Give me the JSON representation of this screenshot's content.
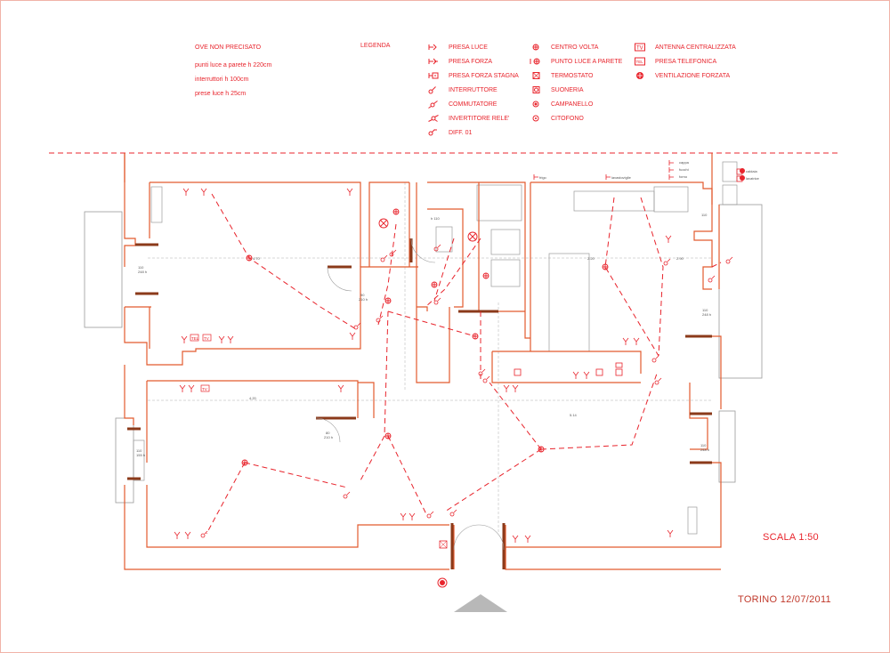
{
  "notes": {
    "title": "OVE NON PRECISATO",
    "lines": [
      "punti luce a parete h 220cm",
      "interruttori h 100cm",
      "prese luce h 25cm"
    ]
  },
  "legend": {
    "title": "LEGENDA",
    "col1": [
      {
        "label": "PRESA LUCE",
        "icon": "socket-icon"
      },
      {
        "label": "PRESA FORZA",
        "icon": "power-socket-icon"
      },
      {
        "label": "PRESA FORZA STAGNA",
        "icon": "waterproof-socket-icon"
      },
      {
        "label": "INTERRUTTORE",
        "icon": "switch-icon"
      },
      {
        "label": "COMMUTATORE",
        "icon": "two-way-switch-icon"
      },
      {
        "label": "INVERTITORE RELE'",
        "icon": "relay-inverter-icon"
      },
      {
        "label": "DIFF. 01",
        "icon": "differential-icon"
      }
    ],
    "col2": [
      {
        "label": "CENTRO VOLTA",
        "icon": "ceiling-light-icon"
      },
      {
        "label": "PUNTO LUCE A PARETE",
        "icon": "wall-light-icon"
      },
      {
        "label": "TERMOSTATO",
        "icon": "thermostat-icon"
      },
      {
        "label": "SUONERIA",
        "icon": "bell-icon"
      },
      {
        "label": "CAMPANELLO",
        "icon": "doorbell-icon"
      },
      {
        "label": "CITOFONO",
        "icon": "intercom-icon"
      }
    ],
    "col3": [
      {
        "label": "ANTENNA CENTRALIZZATA",
        "icon": "antenna-icon"
      },
      {
        "label": "PRESA TELEFONICA",
        "icon": "phone-socket-icon"
      },
      {
        "label": "VENTILAZIONE FORZATA",
        "icon": "ventilation-icon"
      }
    ]
  },
  "plan_labels": {
    "door_90": "90",
    "door_210": "210 h",
    "door_80": "80",
    "win_110": "110",
    "win_248": "248 h",
    "win_155": "155 h",
    "frigo": "frigo",
    "lavastoviglie": "lavastoviglie",
    "forno": "forno",
    "cappa": "cappa",
    "fuochi": "fuochi",
    "caldaia": "caldaia",
    "lavatrice": "lavatrice",
    "h110": "h 110",
    "tv": "TV",
    "tel": "TEL",
    "dim_a": "4.70",
    "dim_b": "4.20",
    "dim_c": "5.14",
    "dim_d": "2.20",
    "dim_e": "2.90"
  },
  "footer": {
    "scale": "SCALA  1:50",
    "place_date": "TORINO  12/07/2011"
  },
  "colors": {
    "wiring": "#e8242c",
    "walls": "#e25a2e",
    "door": "#8b3a1a",
    "grey": "#9a9a9a"
  }
}
